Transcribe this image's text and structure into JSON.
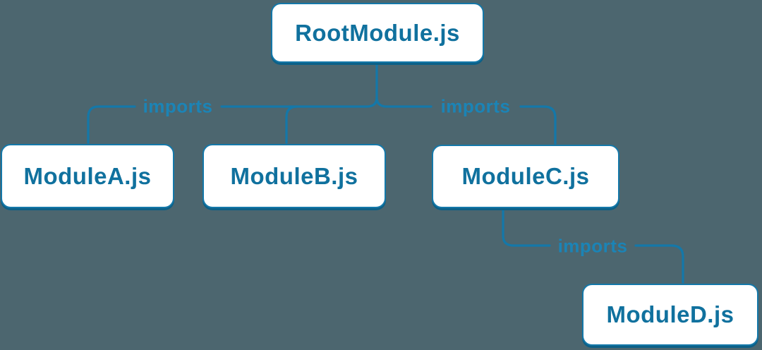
{
  "diagram": {
    "nodes": {
      "root": {
        "label": "RootModule.js"
      },
      "a": {
        "label": "ModuleA.js"
      },
      "b": {
        "label": "ModuleB.js"
      },
      "c": {
        "label": "ModuleC.js"
      },
      "d": {
        "label": "ModuleD.js"
      }
    },
    "edges": [
      {
        "from": "RootModule.js",
        "to": "ModuleA.js",
        "label": "imports"
      },
      {
        "from": "RootModule.js",
        "to": "ModuleB.js",
        "label": ""
      },
      {
        "from": "RootModule.js",
        "to": "ModuleC.js",
        "label": "imports"
      },
      {
        "from": "ModuleC.js",
        "to": "ModuleD.js",
        "label": "imports"
      }
    ],
    "colors": {
      "background": "#4c666f",
      "line": "#1478a9",
      "node_fill": "#ffffff",
      "node_text": "#10719e",
      "node_shadow": "#0c6087",
      "edge_label": "#1b84b6"
    }
  }
}
